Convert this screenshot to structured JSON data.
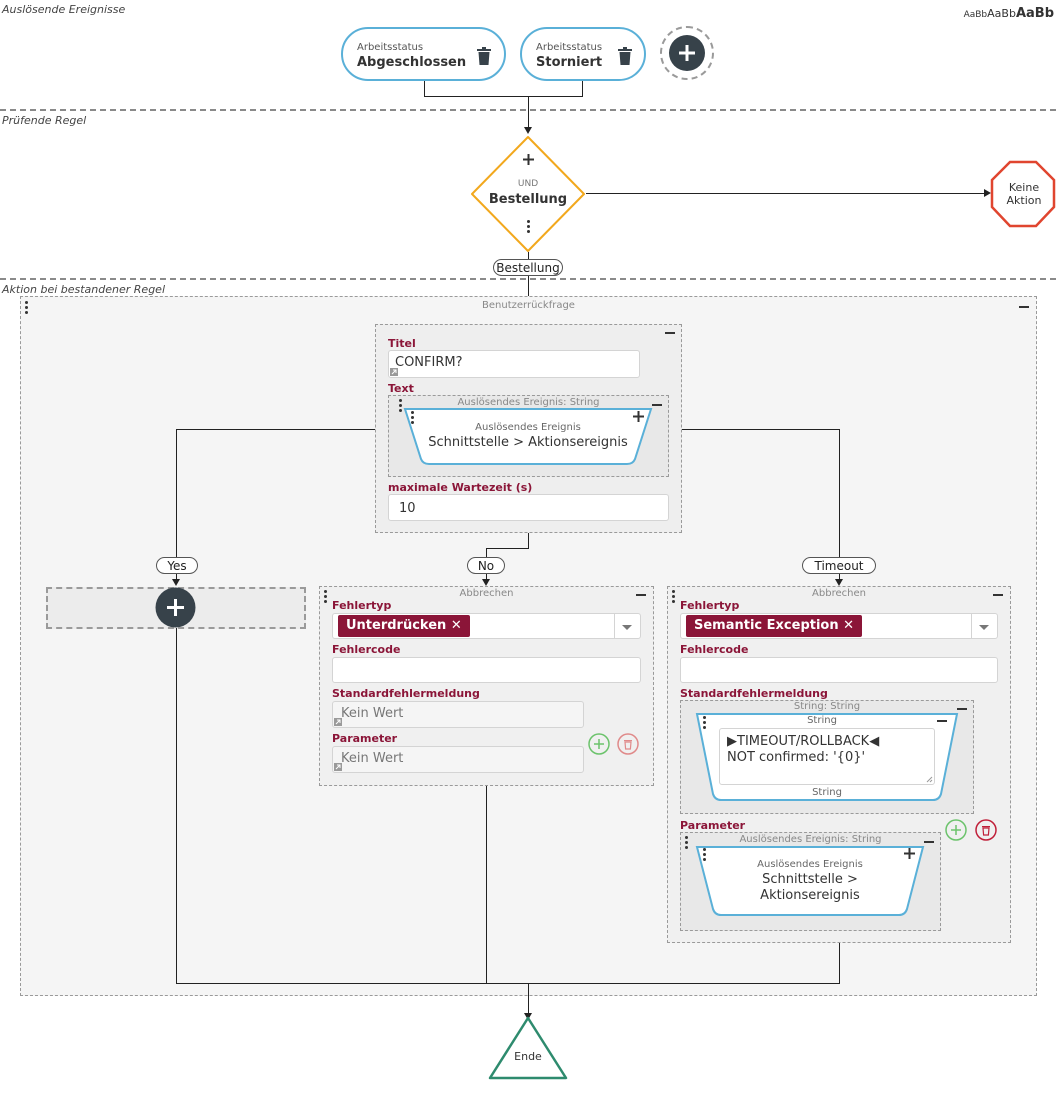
{
  "sections": {
    "triggers": "Auslösende Ereignisse",
    "rule": "Prüfende Regel",
    "action": "Aktion bei bestandener Regel"
  },
  "font_sizes_sample": [
    "Aa",
    "Bb",
    "Aa",
    "Bb",
    "Aa",
    "Bb"
  ],
  "triggers": [
    {
      "key": "Arbeitsstatus",
      "value": "Abgeschlossen"
    },
    {
      "key": "Arbeitsstatus",
      "value": "Storniert"
    }
  ],
  "rule": {
    "operator": "UND",
    "name": "Bestellung",
    "tag": "Bestellung",
    "fail_action": "Keine Aktion"
  },
  "query": {
    "title": "Benutzerrückfrage",
    "titel_label": "Titel",
    "titel_value": "CONFIRM?",
    "text_label": "Text",
    "text_box_title": "Auslösendes Ereignis: String",
    "text_event_small": "Auslösendes Ereignis",
    "text_event_main": "Schnittstelle > Aktionsereignis",
    "wait_label": "maximale Wartezeit (s)",
    "wait_value": "10"
  },
  "branches": {
    "yes": "Yes",
    "no": "No",
    "timeout": "Timeout"
  },
  "abort_no": {
    "title": "Abbrechen",
    "fehlertyp_label": "Fehlertyp",
    "fehlertyp_value": "Unterdrücken",
    "fehlercode_label": "Fehlercode",
    "standard_label": "Standardfehlermeldung",
    "standard_value": "Kein Wert",
    "param_label": "Parameter",
    "param_value": "Kein Wert"
  },
  "abort_timeout": {
    "title": "Abbrechen",
    "fehlertyp_label": "Fehlertyp",
    "fehlertyp_value": "Semantic Exception",
    "fehlercode_label": "Fehlercode",
    "standard_label": "Standardfehlermeldung",
    "string_box_title": "String: String",
    "string_top": "String",
    "string_line1": "TIMEOUT/ROLLBACK",
    "string_line2": "NOT confirmed: '{0}'",
    "string_bottom": "String",
    "param_label": "Parameter",
    "param_box_title": "Auslösendes Ereignis: String",
    "param_event_small": "Auslösendes Ereignis",
    "param_event_main1": "Schnittstelle >",
    "param_event_main2": "Aktionsereignis"
  },
  "end_label": "Ende",
  "colors": {
    "accent_blue": "#5ab0d8",
    "rule_orange": "#f2a81d",
    "stop_red": "#e0452f",
    "end_green": "#2e8b6e",
    "tag_red": "#8b1538",
    "add_dark": "#37424a"
  }
}
